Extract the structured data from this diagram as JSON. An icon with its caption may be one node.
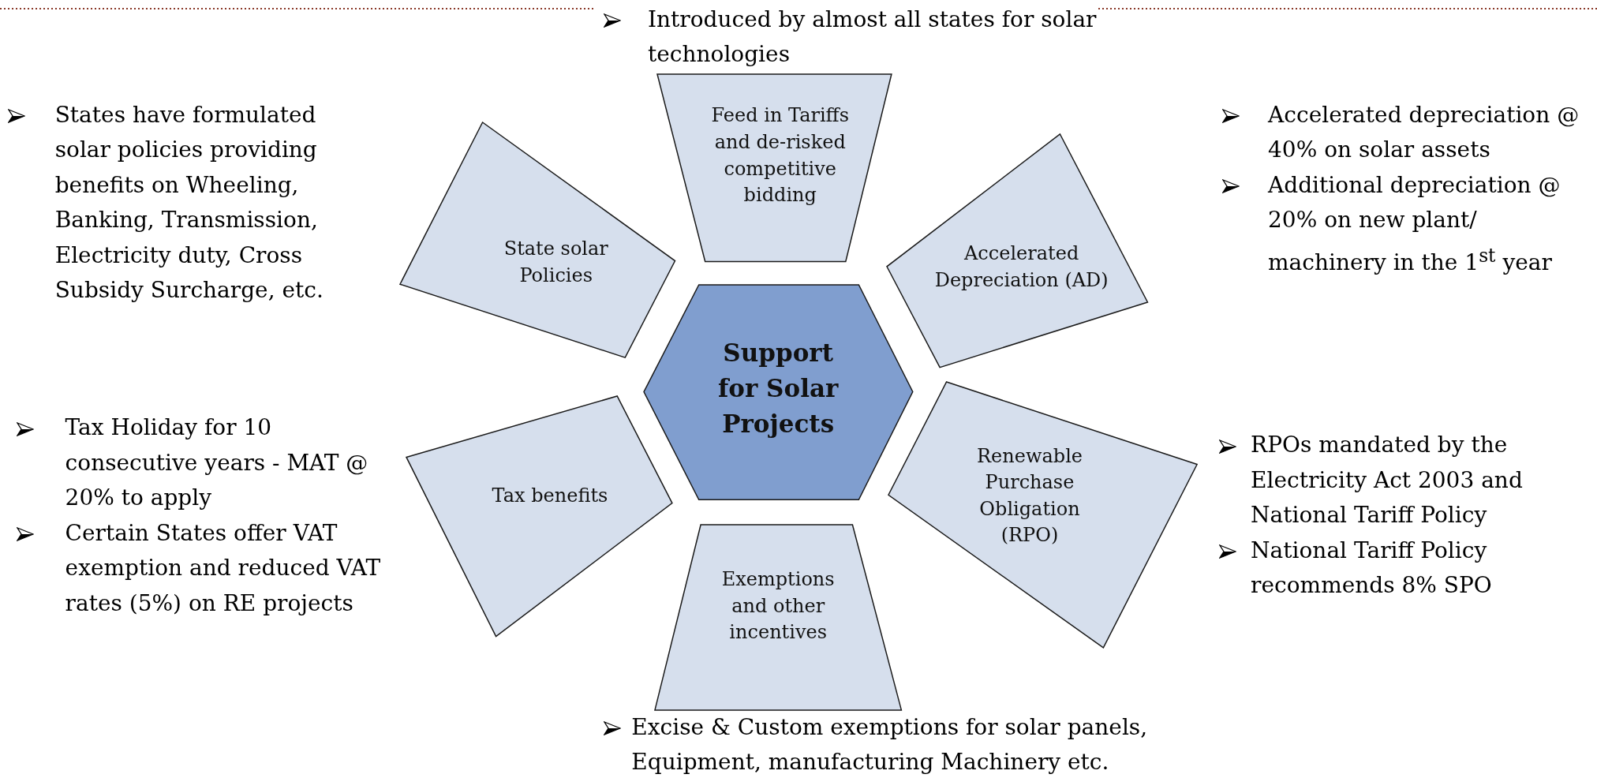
{
  "diagram": {
    "nodes": [
      {
        "text": [
          "Support for Solar Projects"
        ]
      },
      {
        "text": [
          "Feed in Tariffs and de-risked competitive bidding"
        ],
        "beside": [
          "Introduced by almost all states for solar technologies"
        ]
      },
      {
        "text": [
          "Accelerated Depreciation (AD)"
        ],
        "beside": [
          "Accelerated depreciation @ 40% on solar assets",
          "Additional depreciation @ 20% on new plant/ machinery in the 1$^{st}$ year"
        ]
      },
      {
        "text": [
          "Renewable Purchase Obligation (RPO)"
        ],
        "beside": [
          "RPOs mandated by the Electricity Act 2003 and National Tariff Policy",
          "National Tariff Policy recommends 8% SPO"
        ]
      },
      {
        "text": [
          "Exemptions and other incentives"
        ],
        "beside": [
          "Excise & Custom exemptions for solar panels, Equipment, manufacturing Machinery etc."
        ]
      },
      {
        "text": [
          "Tax benefits"
        ],
        "beside": [
          "Tax Holiday for 10 consecutive years - MAT @ 20% to apply",
          "Certain States offer VAT exemption and reduced VAT rates  (5%) on RE projects"
        ]
      },
      {
        "text": [
          "State solar Policies"
        ],
        "beside": [
          "States have formulated solar policies providing benefits on Wheeling, Banking, Transmission, Electricity duty, Cross Subsidy Surcharge, etc."
        ]
      }
    ]
  }
}
